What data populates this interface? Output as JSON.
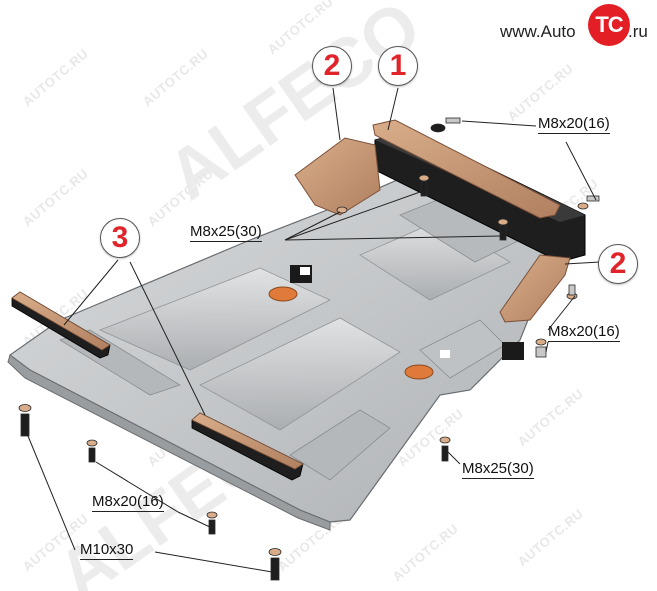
{
  "logo": {
    "prefix": "www.Auto",
    "badge": "TC",
    "suffix": ".ru"
  },
  "watermark": {
    "small": "AUTOTC.RU",
    "big": "ALFECO"
  },
  "callouts": {
    "c1": "1",
    "c2_top": "2",
    "c2_right": "2",
    "c3": "3"
  },
  "fasteners": {
    "m8x20_top": "M8x20(16)",
    "m8x25_center": "M8x25(30)",
    "m8x20_right": "M8x20(16)",
    "m8x25_bottom": "M8x25(30)",
    "m8x20_left": "M8x20(16)",
    "m10x30": "M10x30"
  },
  "colors": {
    "callout_digit": "#e0242a",
    "plate_fill": "#c9ccce",
    "bracket_fill": "#c89a78",
    "brand_red": "#e31e24"
  },
  "plate_logo": "ALFeco"
}
